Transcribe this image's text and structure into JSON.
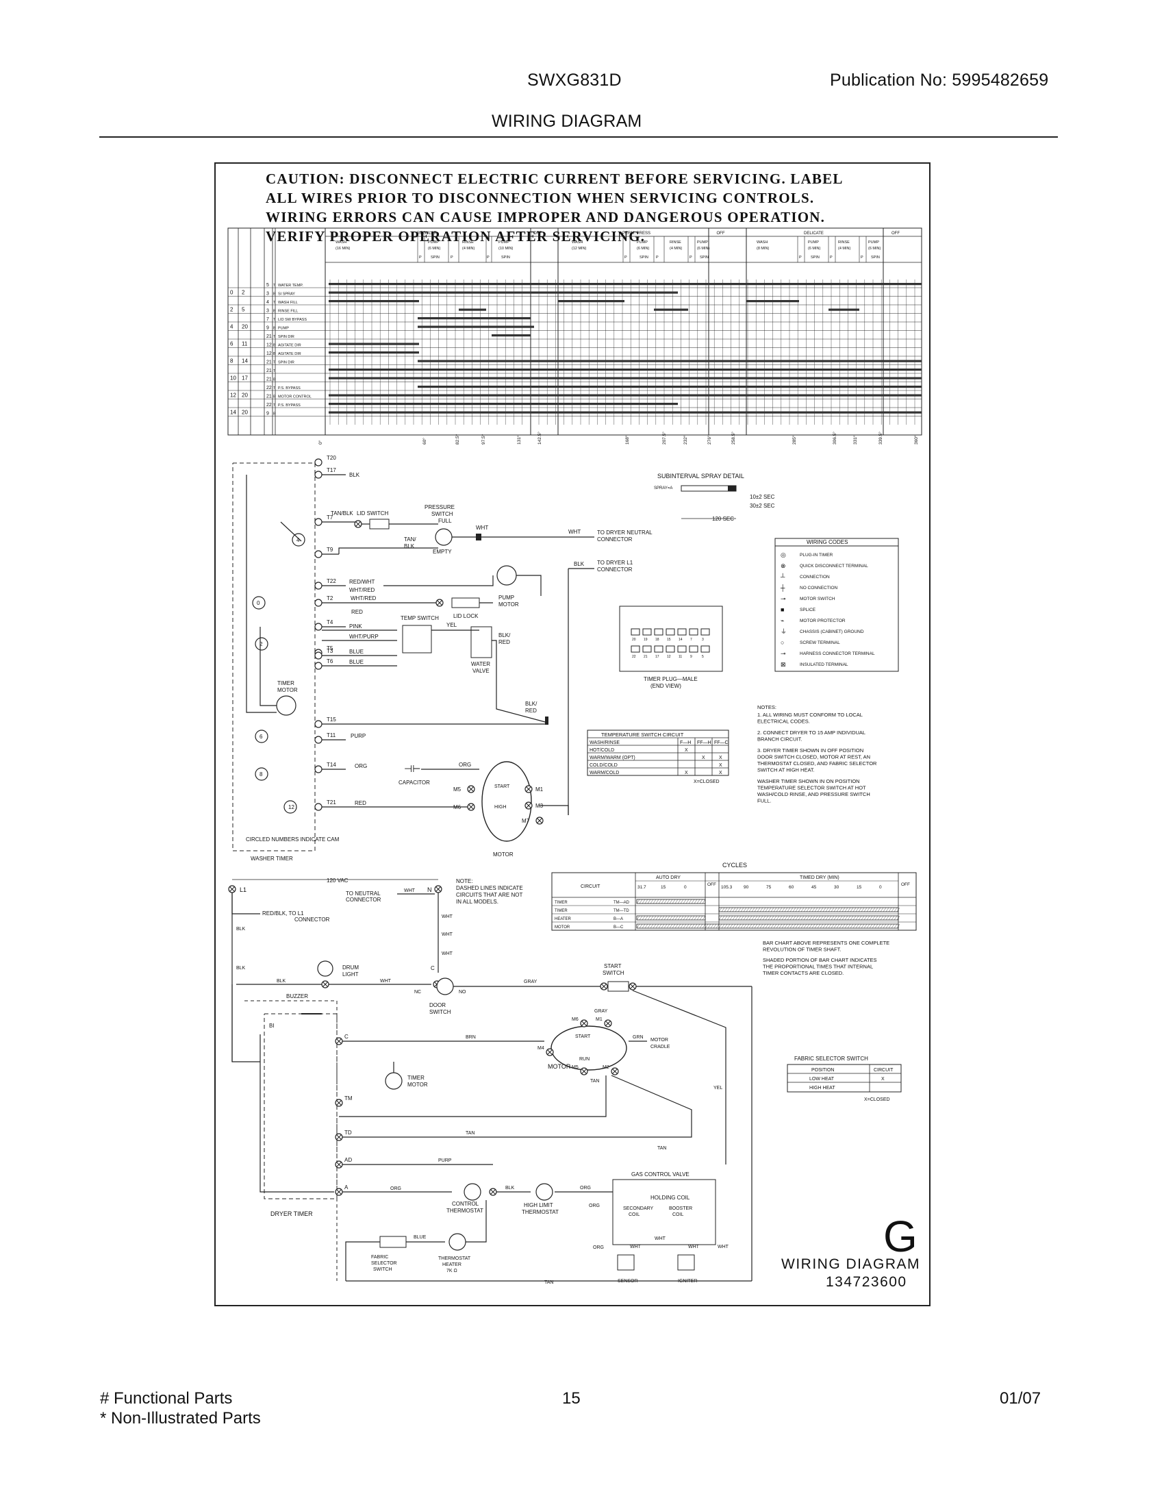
{
  "header": {
    "model": "SWXG831D",
    "publication": "Publication No:  5995482659",
    "title": "WIRING DIAGRAM"
  },
  "caution": [
    "CAUTION: DISCONNECT ELECTRIC CURRENT BEFORE SERVICING. LABEL",
    "ALL WIRES PRIOR TO DISCONNECTION WHEN SERVICING CONTROLS.",
    "WIRING ERRORS CAN CAUSE IMPROPER AND DANGEROUS OPERATION.",
    "VERIFY PROPER OPERATION AFTER SERVICING."
  ],
  "washer_chart": {
    "cycle_headers": [
      "REGULAR",
      "OFF",
      "PERM. PRESS",
      "OFF",
      "DELICATE",
      "OFF"
    ],
    "sub_headers": [
      "WASH (16 MIN)",
      "P",
      "PUMP (6 MIN) SPIN",
      "P",
      "RINSE (4 MIN)",
      "P",
      "PUMP (10 MIN) SPIN",
      "WASH (12 MIN)",
      "P",
      "PUMP (6 MIN) SPIN",
      "P",
      "RINSE (4 MIN)",
      "P",
      "PUMP (6 MIN) SPIN",
      "WASH (8 MIN)",
      "P",
      "PUMP (6 MIN) SPIN",
      "P",
      "RINSE (4 MIN)",
      "P",
      "PUMP (6 MIN) SPIN"
    ],
    "circuits": [
      "WATER TEMP.",
      "SI SPRAY",
      "WASH FILL",
      "RINSE FILL",
      "LID SW BYPASS",
      "PUMP",
      "SPIN DIR",
      "AGITATE DIR",
      "AGITATE DIR",
      "SPIN DIR",
      "",
      "",
      "P.S. BYPASS",
      "MOTOR CONTROL",
      "P.S. BYPASS",
      ""
    ],
    "cam": [
      "0",
      "2",
      "2",
      "5",
      "4",
      "20",
      "6",
      "11",
      "8",
      "14",
      "10",
      "17",
      "12",
      "20",
      "14",
      "20"
    ],
    "terminals": [
      "5",
      "3",
      "4",
      "3",
      "7",
      "9",
      "21",
      "12",
      "12",
      "21",
      "21",
      "21",
      "22",
      "21",
      "22",
      "9"
    ],
    "contact": [
      "T",
      "B",
      "T",
      "B",
      "T",
      "B",
      "T",
      "B",
      "B",
      "T",
      "T",
      "B",
      "T",
      "B",
      "T",
      "B"
    ],
    "degrees": [
      "0°",
      "60°",
      "82.5°",
      "97.5°",
      "131°",
      "142.5°",
      "168°",
      "207.5°",
      "232°",
      "276°",
      "258.5°",
      "285°",
      "306.5°",
      "331°",
      "339.5°",
      "360°"
    ]
  },
  "washer_schematic": {
    "terminals": [
      "T20",
      "T17",
      "T7",
      "T9",
      "T22",
      "T2",
      "T4",
      "T5",
      "T3",
      "T6",
      "T15",
      "T11",
      "T14",
      "T21"
    ],
    "wires": [
      "BLK",
      "TAN/BLK",
      "RED/WHT",
      "WHT/RED",
      "RED",
      "PINK",
      "WHT/PURP",
      "BLUE",
      "BLUE",
      "PURP",
      "ORG",
      "ORG",
      "RED",
      "WHT",
      "WHT",
      "BLK",
      "YEL",
      "BLK/RED",
      "BLK/RED",
      "TAN/BLK"
    ],
    "labels": {
      "lid_switch": "LID SWITCH",
      "pressure_switch": "PRESSURE SWITCH",
      "full": "FULL",
      "empty": "EMPTY",
      "pump_motor": "PUMP MOTOR",
      "lid_lock": "LID LOCK",
      "temp_switch": "TEMP SWITCH",
      "water_valve": "WATER VALVE",
      "timer_motor": "TIMER MOTOR",
      "capacitor": "CAPACITOR",
      "start": "START",
      "high": "HIGH",
      "motor": "MOTOR",
      "neutral": "TO DRYER NEUTRAL CONNECTOR",
      "l1": "TO DRYER L1 CONNECTOR",
      "circled": "CIRCLED NUMBERS INDICATE CAM",
      "timer": "WASHER TIMER"
    },
    "cams": [
      "4",
      "0",
      "2",
      "6",
      "8",
      "12"
    ],
    "motor_terms": [
      "M5",
      "M1",
      "M6",
      "M3",
      "M7"
    ]
  },
  "spray_detail": {
    "title": "SUBINTERVAL SPRAY DETAIL",
    "label": "SPRAY=A",
    "t1": "10±2 SEC",
    "t2": "30±2 SEC",
    "t3": "120 SEC"
  },
  "timer_plug": {
    "caption": "TIMER PLUG—MALE (END VIEW)",
    "top_row": [
      "20",
      "19",
      "18",
      "15",
      "14",
      "7",
      "3"
    ],
    "bottom_row": [
      "22",
      "21",
      "17",
      "12",
      "11",
      "9",
      "5"
    ]
  },
  "wiring_codes": {
    "title": "WIRING CODES",
    "items": [
      "PLUG-IN TIMER",
      "QUICK DISCONNECT TERMINAL",
      "CONNECTION",
      "NO CONNECTION",
      "MOTOR SWITCH",
      "SPLICE",
      "MOTOR PROTECTOR",
      "CHASSIS (CABINET) GROUND",
      "SCREW TERMINAL",
      "HARNESS CONNECTOR TERMINAL",
      "INSULATED TERMINAL"
    ]
  },
  "notes": {
    "title": "NOTES:",
    "items": [
      "1. ALL WIRING MUST CONFORM TO LOCAL ELECTRICAL CODES.",
      "2. CONNECT DRYER TO 15 AMP INDIVIDUAL BRANCH CIRCUIT.",
      "3. DRYER TIMER SHOWN IN OFF POSITION DOOR SWITCH CLOSED, MOTOR AT REST, AN THERMOSTAT CLOSED, AND FABRIC SELECTOR SWITCH AT HIGH HEAT.",
      "WASHER TIMER SHOWN IN ON POSITION TEMPERATURE SELECTOR SWITCH AT HOT WASH/COLD RINSE, AND PRESSURE SWITCH FULL."
    ]
  },
  "temp_switch_table": {
    "title": "TEMPERATURE SWITCH CIRCUIT",
    "headers": [
      "WASH/RINSE",
      "F—H",
      "FF—H",
      "FF—C"
    ],
    "rows": [
      [
        "HOT/COLD",
        "X",
        "",
        ""
      ],
      [
        "WARM/WARM (OPT)",
        "",
        "X",
        "X"
      ],
      [
        "COLD/COLD",
        "",
        "",
        "X"
      ],
      [
        "WARM/COLD",
        "X",
        "",
        "X"
      ]
    ],
    "legend": "X=CLOSED"
  },
  "dryer_cycles": {
    "title": "CYCLES",
    "circuit": "CIRCUIT",
    "auto_dry": "AUTO DRY",
    "off": "OFF",
    "timed_dry": "TIMED DRY (MIN)",
    "auto_ticks": [
      "31.7",
      "15",
      "0"
    ],
    "timed_ticks": [
      "105.3",
      "90",
      "75",
      "60",
      "45",
      "30",
      "15",
      "0"
    ],
    "rows": [
      [
        "TIMER",
        "TM—AD"
      ],
      [
        "TIMER",
        "TM—TD"
      ],
      [
        "HEATER",
        "B—A"
      ],
      [
        "MOTOR",
        "B—C"
      ]
    ],
    "note1": "BAR CHART ABOVE REPRESENTS ONE COMPLETE REVOLUTION OF TIMER SHAFT.",
    "note2": "SHADED PORTION OF BAR CHART INDICATES THE PROPORTIONAL TIMES THAT INTERNAL TIMER CONTACTS ARE CLOSED."
  },
  "fabric_table": {
    "title": "FABRIC SELECTOR SWITCH",
    "headers": [
      "POSITION",
      "CIRCUIT"
    ],
    "rows": [
      [
        "LOW HEAT",
        "X"
      ],
      [
        "HIGH HEAT",
        ""
      ]
    ],
    "legend": "X=CLOSED"
  },
  "dryer_schematic": {
    "labels": [
      "L1",
      "N",
      "120 VAC",
      "TO NEUTRAL CONNECTOR",
      "RED/BLK, TO L1 CONNECTOR",
      "BLK",
      "BLK",
      "BLK",
      "WHT",
      "WHT",
      "WHT",
      "DRUM LIGHT",
      "BUZZER",
      "DOOR SWITCH",
      "NC",
      "NO",
      "C",
      "GRAY",
      "START SWITCH",
      "GRAY",
      "BRN",
      "START",
      "RUN",
      "MOTOR",
      "GRN",
      "MOTOR CRADLE",
      "TAN",
      "YEL",
      "TIMER MOTOR",
      "TAN",
      "TAN",
      "PURP",
      "ORG",
      "BLK",
      "ORG",
      "CONTROL THERMOSTAT",
      "HIGH LIMIT THERMOSTAT",
      "GAS CONTROL VALVE",
      "HOLDING COIL",
      "SECONDARY COIL",
      "BOOSTER COIL",
      "ORG",
      "ORG",
      "WHT",
      "WHT",
      "WHT",
      "WHT",
      "SENSOR",
      "IGNITER",
      "BLUE",
      "FABRIC SELECTOR SWITCH",
      "THERMOSTAT HEATER 7K Ω",
      "TAN",
      "DRYER TIMER",
      "BI",
      "C",
      "TM",
      "TD",
      "AD",
      "A",
      "M6",
      "M1",
      "M4",
      "M5",
      "M2"
    ],
    "note": "NOTE: DASHED LINES INDICATE CIRCUITS THAT ARE NOT IN ALL MODELS."
  },
  "stamp": {
    "letter": "G",
    "title": "WIRING DIAGRAM",
    "number": "134723600"
  },
  "footer": {
    "functional": "# Functional Parts",
    "non_illustrated": "* Non-Illustrated Parts",
    "page": "15",
    "date": "01/07"
  }
}
